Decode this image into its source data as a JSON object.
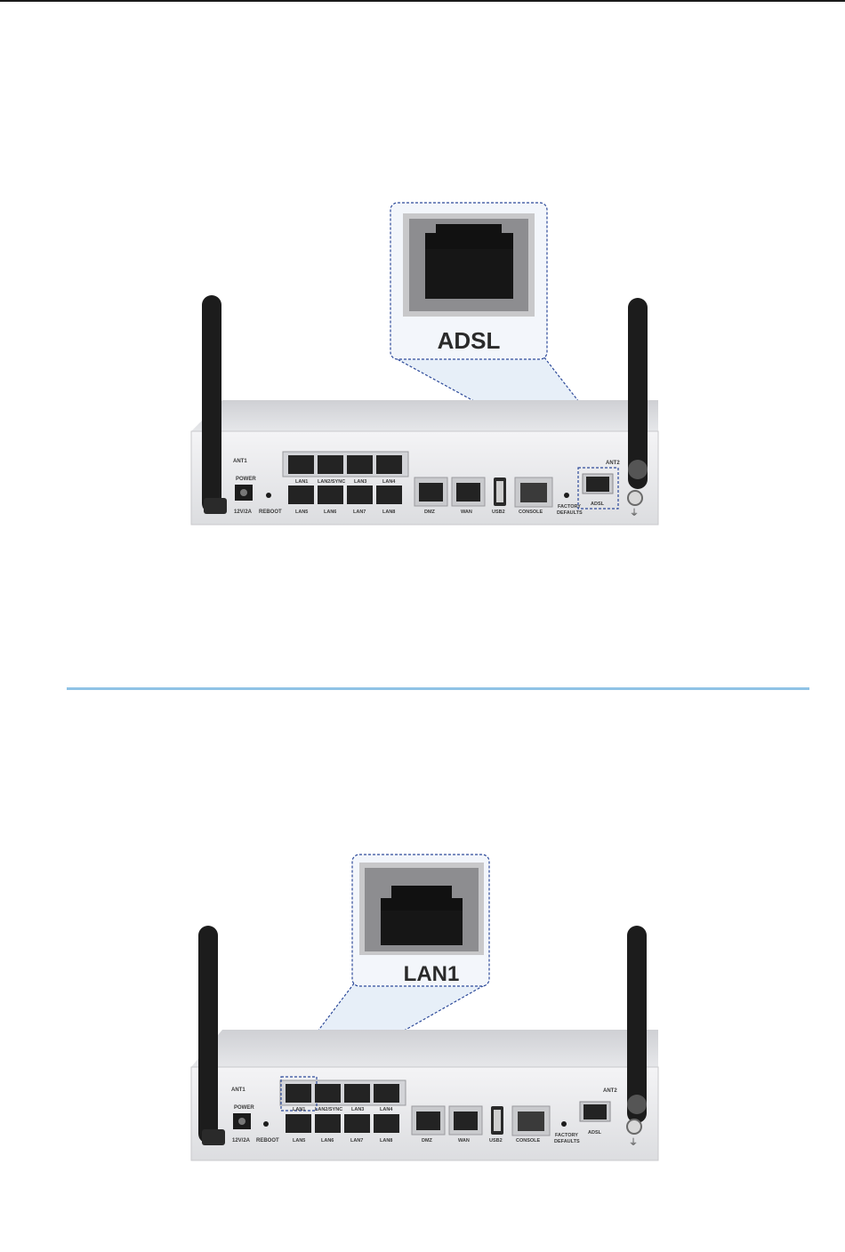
{
  "figures": [
    {
      "callout_label": "ADSL",
      "highlight_port": "ADSL"
    },
    {
      "callout_label": "LAN1",
      "highlight_port": "LAN1"
    }
  ],
  "device_labels": {
    "ant1": "ANT1",
    "ant2": "ANT2",
    "power": "POWER",
    "power_rating": "12V/2A",
    "reboot": "REBOOT",
    "lan_top": [
      "LAN1",
      "LAN2/SYNC",
      "LAN3",
      "LAN4"
    ],
    "lan_bottom": [
      "LAN5",
      "LAN6",
      "LAN7",
      "LAN8"
    ],
    "dmz": "DMZ",
    "wan": "WAN",
    "usb": "USB2",
    "console": "CONSOLE",
    "factory_1": "FACTORY",
    "factory_2": "DEFAULTS",
    "adsl": "ADSL"
  },
  "colors": {
    "divider": "#8fc3e6",
    "callout_border": "#2d4a9a",
    "callout_fill": "#dfeaf6",
    "chassis": "#e9e9ec",
    "antenna": "#1c1c1c"
  },
  "icons": [
    "ground-icon",
    "rj45-port-icon",
    "usb-port-icon"
  ]
}
